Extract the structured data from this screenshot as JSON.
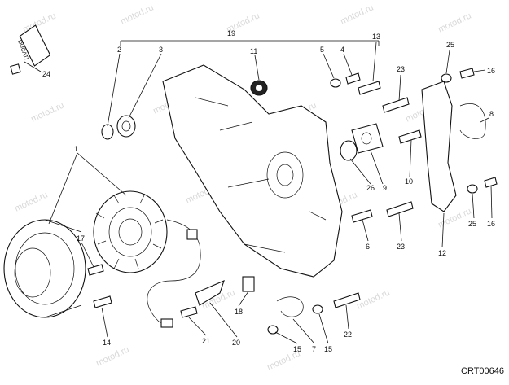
{
  "diagram": {
    "watermark": "motod.ru",
    "drawing_code": "CRT00646",
    "tube_label": "DUCATI",
    "callouts": [
      {
        "id": "c19",
        "label": "19"
      },
      {
        "id": "c2",
        "label": "2"
      },
      {
        "id": "c3",
        "label": "3"
      },
      {
        "id": "c11",
        "label": "11"
      },
      {
        "id": "c5",
        "label": "5"
      },
      {
        "id": "c4",
        "label": "4"
      },
      {
        "id": "c13",
        "label": "13"
      },
      {
        "id": "c25a",
        "label": "25"
      },
      {
        "id": "c16a",
        "label": "16"
      },
      {
        "id": "c23a",
        "label": "23"
      },
      {
        "id": "c8",
        "label": "8"
      },
      {
        "id": "c24",
        "label": "24"
      },
      {
        "id": "c1",
        "label": "1"
      },
      {
        "id": "c26",
        "label": "26"
      },
      {
        "id": "c9",
        "label": "9"
      },
      {
        "id": "c10",
        "label": "10"
      },
      {
        "id": "c6",
        "label": "6"
      },
      {
        "id": "c23b",
        "label": "23"
      },
      {
        "id": "c12",
        "label": "12"
      },
      {
        "id": "c25b",
        "label": "25"
      },
      {
        "id": "c16b",
        "label": "16"
      },
      {
        "id": "c17",
        "label": "17"
      },
      {
        "id": "c18",
        "label": "18"
      },
      {
        "id": "c14",
        "label": "14"
      },
      {
        "id": "c21",
        "label": "21"
      },
      {
        "id": "c20",
        "label": "20"
      },
      {
        "id": "c15a",
        "label": "15"
      },
      {
        "id": "c7",
        "label": "7"
      },
      {
        "id": "c15b",
        "label": "15"
      },
      {
        "id": "c22",
        "label": "22"
      }
    ]
  }
}
